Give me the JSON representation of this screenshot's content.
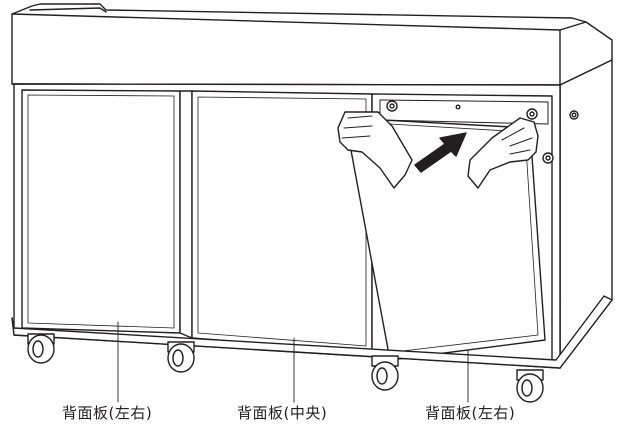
{
  "labels": {
    "back_panel_left": "背面板(左右)",
    "back_panel_center": "背面板(中央)",
    "back_panel_right": "背面板(左右)"
  },
  "colors": {
    "line": "#231f20",
    "background": "#ffffff"
  },
  "icons": [
    "hands-icon",
    "push-arrow-icon",
    "caster-wheel-icon",
    "screw-icon"
  ]
}
